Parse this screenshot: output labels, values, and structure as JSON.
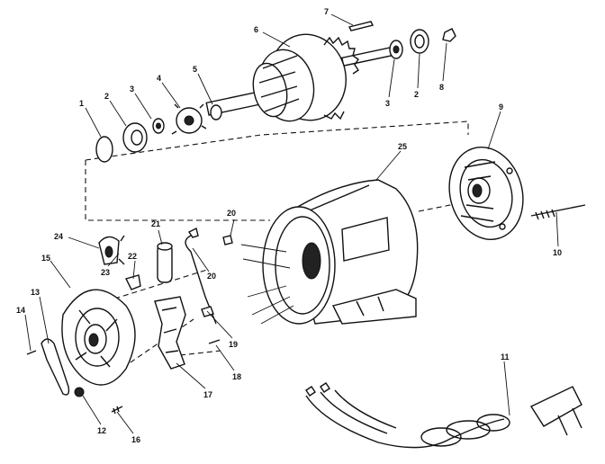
{
  "diagram": {
    "callouts": [
      {
        "id": "c1",
        "text": "1"
      },
      {
        "id": "c2a",
        "text": "2"
      },
      {
        "id": "c3a",
        "text": "3"
      },
      {
        "id": "c4",
        "text": "4"
      },
      {
        "id": "c5",
        "text": "5"
      },
      {
        "id": "c6",
        "text": "6"
      },
      {
        "id": "c7",
        "text": "7"
      },
      {
        "id": "c3b",
        "text": "3"
      },
      {
        "id": "c2b",
        "text": "2"
      },
      {
        "id": "c8",
        "text": "8"
      },
      {
        "id": "c9",
        "text": "9"
      },
      {
        "id": "c25",
        "text": "25"
      },
      {
        "id": "c10",
        "text": "10"
      },
      {
        "id": "c11",
        "text": "11"
      },
      {
        "id": "c24",
        "text": "24"
      },
      {
        "id": "c23",
        "text": "23"
      },
      {
        "id": "c22",
        "text": "22"
      },
      {
        "id": "c21",
        "text": "21"
      },
      {
        "id": "c20a",
        "text": "20"
      },
      {
        "id": "c20b",
        "text": "20"
      },
      {
        "id": "c15",
        "text": "15"
      },
      {
        "id": "c13",
        "text": "13"
      },
      {
        "id": "c14",
        "text": "14"
      },
      {
        "id": "c19",
        "text": "19"
      },
      {
        "id": "c18",
        "text": "18"
      },
      {
        "id": "c17",
        "text": "17"
      },
      {
        "id": "c12",
        "text": "12"
      },
      {
        "id": "c16",
        "text": "16"
      }
    ]
  }
}
